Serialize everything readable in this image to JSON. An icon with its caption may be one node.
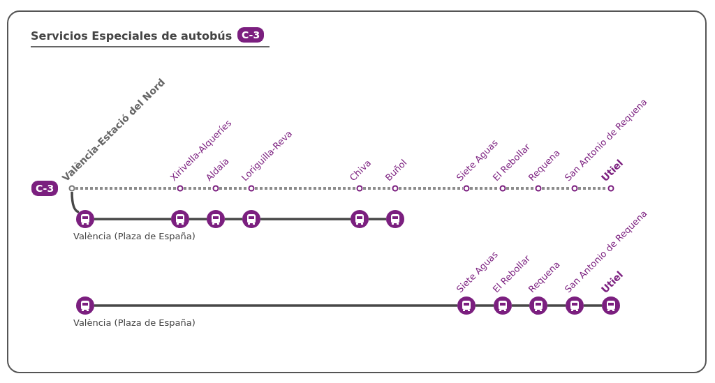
{
  "diagram": {
    "title": "Servicios Especiales de autobús",
    "nodes": [
      {
        "text": [
          "València-Estació del Nord"
        ]
      },
      {
        "text": [
          "Xirivella-Alqueríes"
        ]
      },
      {
        "text": [
          "Aldaia"
        ]
      },
      {
        "text": [
          "Loriguilla-Reva"
        ]
      },
      {
        "text": [
          "Chiva"
        ]
      },
      {
        "text": [
          "Buñol"
        ]
      },
      {
        "text": [
          "Siete Aguas"
        ]
      },
      {
        "text": [
          "El Rebollar"
        ]
      },
      {
        "text": [
          "Requena"
        ]
      },
      {
        "text": [
          "San Antonio de Requena"
        ]
      },
      {
        "text": [
          "Utiel"
        ]
      },
      {
        "text": [
          "València (Plaza de España)"
        ]
      },
      {
        "text": [],
        "shape": "circle"
      },
      {
        "text": [],
        "shape": "circle"
      },
      {
        "text": [],
        "shape": "circle"
      },
      {
        "text": [],
        "shape": "circle"
      },
      {
        "text": [],
        "shape": "circle"
      },
      {
        "text": [
          "València (Plaza de España)"
        ]
      },
      {
        "text": [
          "Siete Aguas"
        ]
      },
      {
        "text": [
          "El Rebollar"
        ]
      },
      {
        "text": [
          "Requena"
        ]
      },
      {
        "text": [
          "San Antonio de Requena"
        ]
      },
      {
        "text": [
          "Utiel"
        ]
      }
    ],
    "edges": [
      {
        "from": 0,
        "to": 1,
        "arrow": "none",
        "style": "dashed",
        "color": "#8c8c8c"
      },
      {
        "from": 1,
        "to": 2,
        "arrow": "none",
        "style": "dashed",
        "color": "#8c8c8c"
      },
      {
        "from": 2,
        "to": 3,
        "arrow": "none",
        "style": "dashed",
        "color": "#8c8c8c"
      },
      {
        "from": 3,
        "to": 4,
        "arrow": "none",
        "style": "dashed",
        "color": "#8c8c8c"
      },
      {
        "from": 4,
        "to": 5,
        "arrow": "none",
        "style": "dashed",
        "color": "#8c8c8c"
      },
      {
        "from": 5,
        "to": 6,
        "arrow": "none",
        "style": "dashed",
        "color": "#8c8c8c"
      },
      {
        "from": 6,
        "to": 7,
        "arrow": "none",
        "style": "dashed",
        "color": "#8c8c8c"
      },
      {
        "from": 7,
        "to": 8,
        "arrow": "none",
        "style": "dashed",
        "color": "#8c8c8c"
      },
      {
        "from": 8,
        "to": 9,
        "arrow": "none",
        "style": "dashed",
        "color": "#8c8c8c"
      },
      {
        "from": 9,
        "to": 10,
        "arrow": "none",
        "style": "dashed",
        "color": "#8c8c8c"
      },
      {
        "from": 0,
        "to": 11,
        "arrow": "none"
      },
      {
        "from": 11,
        "to": 12,
        "arrow": "none"
      },
      {
        "from": 12,
        "to": 13,
        "arrow": "none"
      },
      {
        "from": 13,
        "to": 14,
        "arrow": "none"
      },
      {
        "from": 14,
        "to": 15,
        "arrow": "none"
      },
      {
        "from": 15,
        "to": 16,
        "arrow": "none"
      },
      {
        "from": 17,
        "to": 18,
        "arrow": "none"
      },
      {
        "from": 18,
        "to": 19,
        "arrow": "none"
      },
      {
        "from": 19,
        "to": 20,
        "arrow": "none"
      },
      {
        "from": 20,
        "to": 21,
        "arrow": "none"
      },
      {
        "from": 21,
        "to": 22,
        "arrow": "none"
      }
    ],
    "labels": [
      "C-3",
      "C-3"
    ]
  }
}
